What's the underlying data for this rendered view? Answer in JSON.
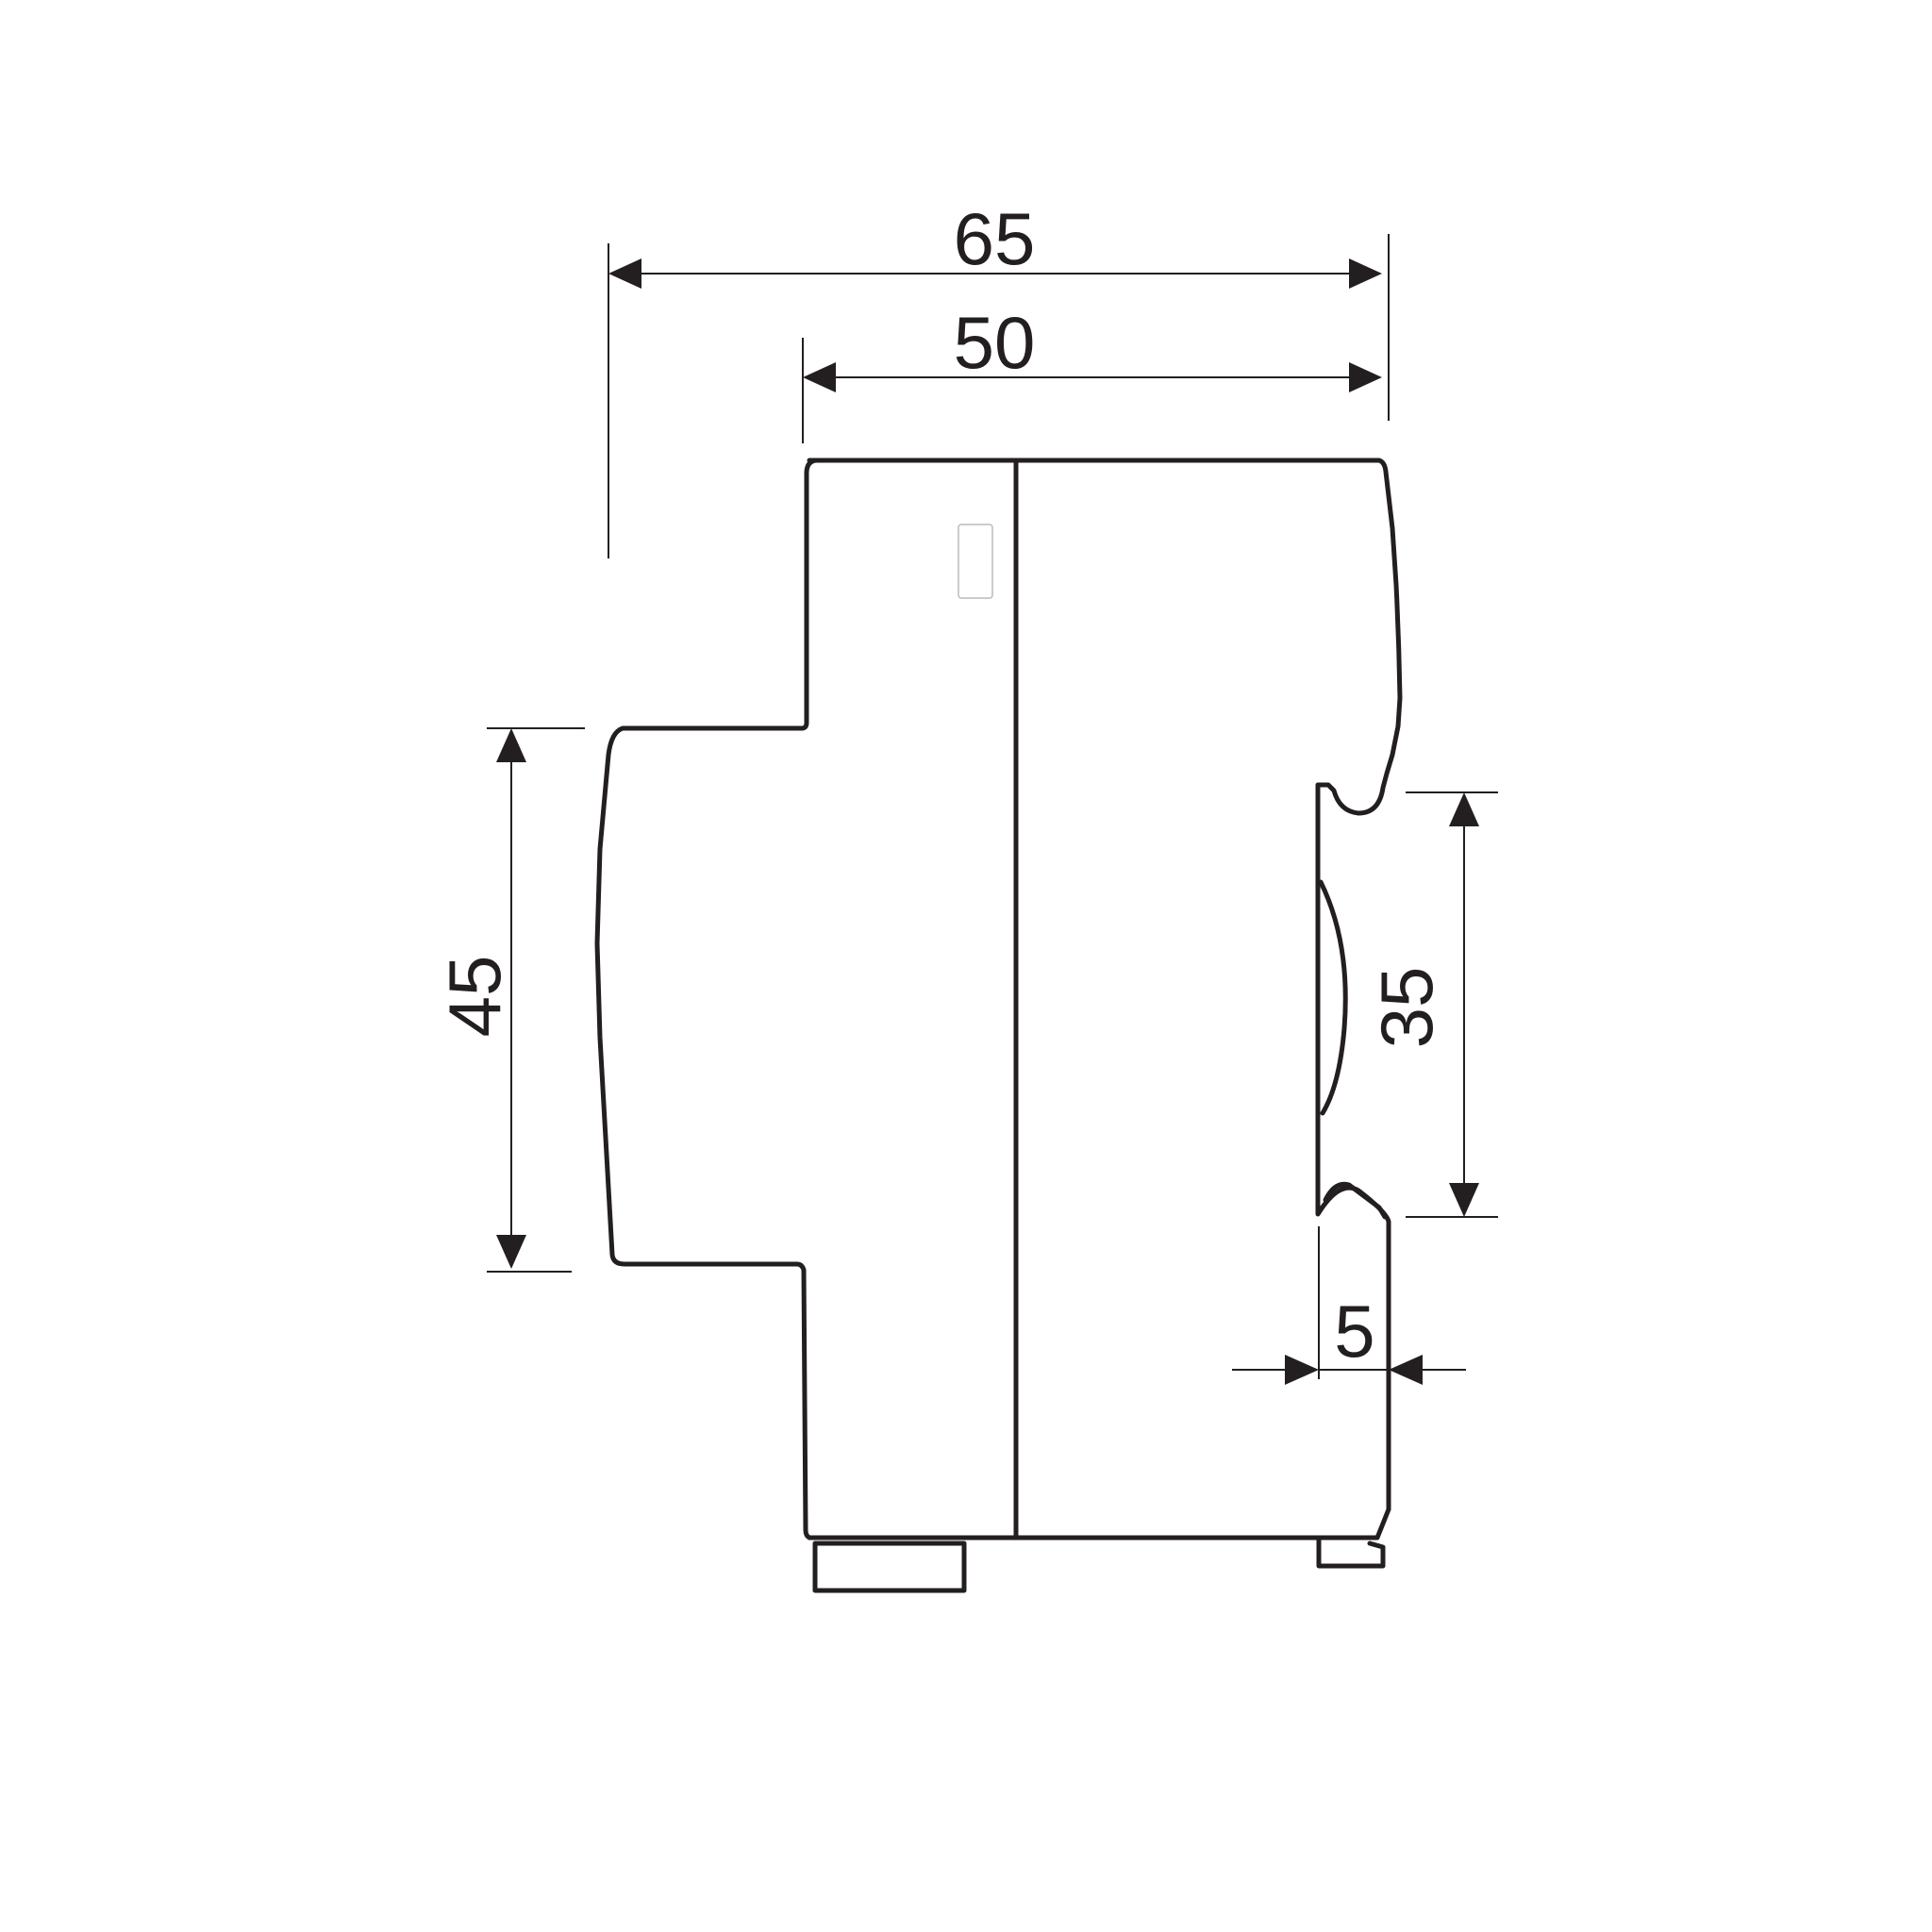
{
  "dimensions": {
    "overall_depth": "65",
    "body_depth": "50",
    "front_height": "45",
    "rail_height": "35",
    "clip_offset": "5"
  },
  "colors": {
    "line": "#231f20",
    "background": "#ffffff"
  }
}
